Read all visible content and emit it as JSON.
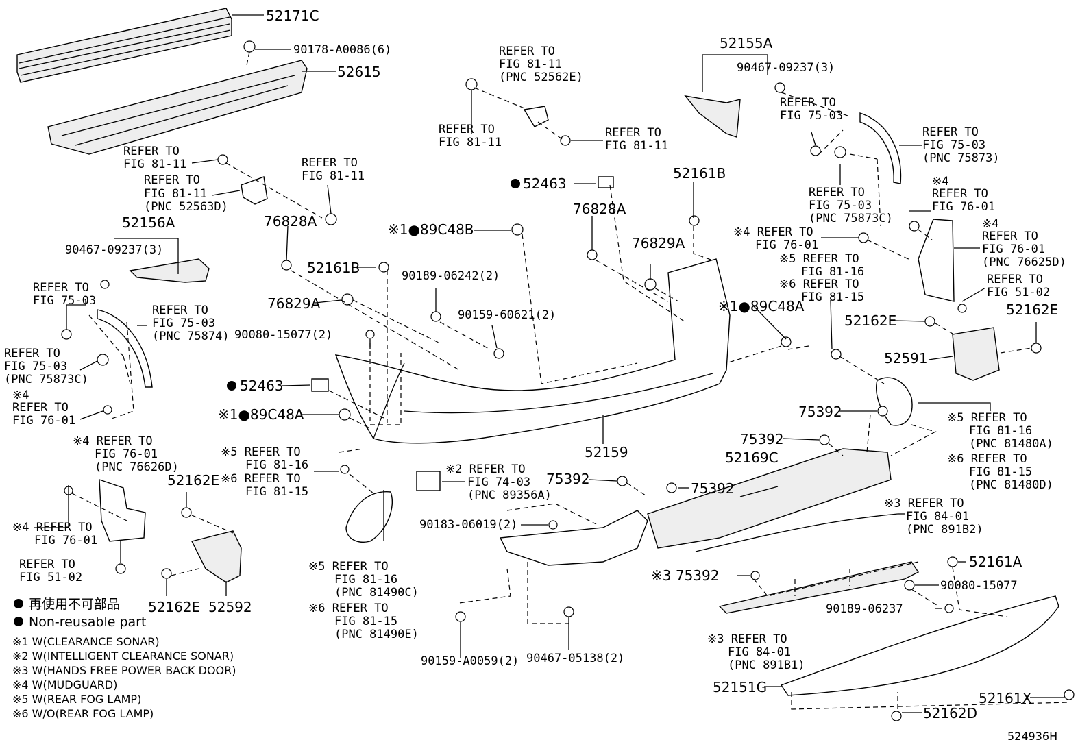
{
  "labels": {
    "p52171C": "52171C",
    "p90178": "90178-A0086(6)",
    "p52615": "52615",
    "refer8111_a1": "REFER TO",
    "refer8111_a2": "FIG 81-11",
    "refer8111_b1": "REFER TO",
    "refer8111_b2": "FIG 81-11",
    "refer8111_b3": "(PNC 52563D)",
    "refer8111_c1": "REFER TO",
    "refer8111_c2": "FIG 81-11",
    "p52156A": "52156A",
    "p9046709237_l": "90467-09237(3)",
    "refer7503_a1": "REFER TO",
    "refer7503_a2": "FIG 75-03",
    "refer7503_b1": "REFER TO",
    "refer7503_b2": "FIG 75-03",
    "refer7503_b3": "(PNC 75874)",
    "refer7503_c1": "REFER TO",
    "refer7503_c2": "FIG 75-03",
    "refer7503_c3": "(PNC 75873C)",
    "refer7601_a0": "※4",
    "refer7601_a1": "REFER TO",
    "refer7601_a2": "FIG 76-01",
    "refer7601_b1": "※4 REFER TO",
    "refer7601_b2": "FIG 76-01",
    "refer7601_b3": "(PNC 76626D)",
    "refer7601_c1": "※4 REFER TO",
    "refer7601_c2": "FIG 76-01",
    "refer5102_a1": "REFER TO",
    "refer5102_a2": "FIG 51-02",
    "p52162E_l1": "52162E",
    "p52162E_l2": "52162E",
    "p52592": "52592",
    "top_refer1": "REFER TO",
    "top_refer2": "FIG 81-11",
    "top_refer3": "(PNC 52562E)",
    "top_refer_l1": "REFER TO",
    "top_refer_l2": "FIG 81-11",
    "top_refer_r1": "REFER TO",
    "top_refer_r2": "FIG 81-11",
    "p52463_top": "52463",
    "p76828A_l": "76828A",
    "p89C48B": "※1●89C48B",
    "p52161B_l": "52161B",
    "p90189": "90189-06242(2)",
    "p76829A_l": "76829A",
    "p90159": "90159-60621(2)",
    "p90080": "90080-15077(2)",
    "p52463_l": "52463",
    "p89C48A_l": "※1●89C48A",
    "refer8116_l1": "※5 REFER TO",
    "refer8116_l2": "FIG 81-16",
    "refer8115_l1": "※6 REFER TO",
    "refer8115_l2": "FIG 81-15",
    "p52159": "52159",
    "refer7403_1": "※2 REFER TO",
    "refer7403_2": "FIG 74-03",
    "refer7403_3": "(PNC 89356A)",
    "p52155A": "52155A",
    "p9046709237_r": "90467-09237(3)",
    "p52161B_r": "52161B",
    "p76828A_r": "76828A",
    "p76829A_r": "76829A",
    "p89C48A_r": "※1●89C48A",
    "rrefer7503_a1": "REFER TO",
    "rrefer7503_a2": "FIG 75-03",
    "rrefer7503_b1": "REFER TO",
    "rrefer7503_b2": "FIG 75-03",
    "rrefer7503_b3": "(PNC 75873)",
    "rrefer7503_c1": "REFER TO",
    "rrefer7503_c2": "FIG 75-03",
    "rrefer7503_c3": "(PNC 75873C)",
    "rrefer7601_a0": "※4",
    "rrefer7601_a1": "REFER TO",
    "rrefer7601_a2": "FIG 76-01",
    "rrefer7601_b1": "※4 REFER TO",
    "rrefer7601_b2": "FIG 76-01",
    "rrefer7601_c0": "※4",
    "rrefer7601_c1": "REFER TO",
    "rrefer7601_c2": "FIG 76-01",
    "rrefer7601_c3": "(PNC 76625D)",
    "rrefer8116_1": "※5 REFER TO",
    "rrefer8116_2": "FIG 81-16",
    "rrefer8115_1": "※6 REFER TO",
    "rrefer8115_2": "FIG 81-15",
    "rrefer5102_1": "REFER TO",
    "rrefer5102_2": "FIG 51-02",
    "p52162E_r1": "52162E",
    "p52162E_r2": "52162E",
    "p52591": "52591",
    "p75392_1": "75392",
    "p75392_2": "75392",
    "p75392_3": "75392",
    "p75392_4": "75392",
    "p75392_5": "※3 75392",
    "rrefer8116_b1": "※5 REFER TO",
    "rrefer8116_b2": "FIG 81-16",
    "rrefer8116_b3": "(PNC 81480A)",
    "rrefer8115_b1": "※6 REFER TO",
    "rrefer8115_b2": "FIG 81-15",
    "rrefer8115_b3": "(PNC 81480D)",
    "p52169C": "52169C",
    "refer8401_a1": "※3 REFER TO",
    "refer8401_a2": "FIG 84-01",
    "refer8401_a3": "(PNC 891B2)",
    "refer8401_b1": "※3 REFER TO",
    "refer8401_b2": "FIG 84-01",
    "refer8401_b3": "(PNC 891B1)",
    "p90183": "90183-06019(2)",
    "fog_refer8116_1": "※5 REFER TO",
    "fog_refer8116_2": "FIG 81-16",
    "fog_refer8116_3": "(PNC 81490C)",
    "fog_refer8115_1": "※6 REFER TO",
    "fog_refer8115_2": "FIG 81-15",
    "fog_refer8115_3": "(PNC 81490E)",
    "p90159A0059": "90159-A0059(2)",
    "p90467_05138": "90467-05138(2)",
    "p52161A": "52161A",
    "p90080_r": "90080-15077",
    "p90189_r": "90189-06237",
    "p52151G": "52151G",
    "p52161X": "52161X",
    "p52162D": "52162D",
    "diagram_id": "524936H"
  },
  "legend": {
    "jp": "再使用不可部品",
    "en": "Non-reusable part",
    "n1": "※1 W(CLEARANCE SONAR)",
    "n2": "※2 W(INTELLIGENT CLEARANCE SONAR)",
    "n3": "※3 W(HANDS FREE POWER BACK DOOR)",
    "n4": "※4 W(MUDGUARD)",
    "n5": "※5 W(REAR FOG LAMP)",
    "n6": "※6 W/O(REAR FOG LAMP)"
  }
}
